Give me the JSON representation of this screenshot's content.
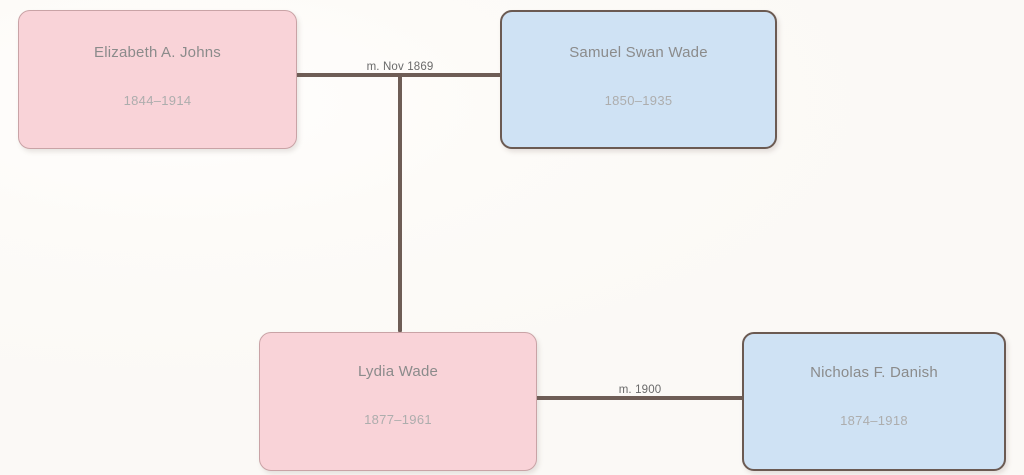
{
  "diagram": {
    "type": "family-tree",
    "background_color": "#fdfbf8",
    "line_color": "#6e5d56",
    "female_fill": "#f9d3d8",
    "female_border": "#c9a3a6",
    "male_fill": "#cfe2f4",
    "male_border": "#6b5a52",
    "name_color": "#8b8b8b",
    "dates_color": "#adadad"
  },
  "people": [
    {
      "id": "elizabeth-a-johns",
      "name": "Elizabeth A. Johns",
      "dates": "1844–1914",
      "birth_year": "1844",
      "death_year": "1914",
      "sex": "female",
      "generation": 1
    },
    {
      "id": "samuel-swan-wade",
      "name": "Samuel Swan Wade",
      "dates": "1850–1935",
      "birth_year": "1850",
      "death_year": "1935",
      "sex": "male",
      "generation": 1
    },
    {
      "id": "lydia-wade",
      "name": "Lydia Wade",
      "dates": "1877–1961",
      "birth_year": "1877",
      "death_year": "1961",
      "sex": "female",
      "generation": 2
    },
    {
      "id": "nicholas-f-danish",
      "name": "Nicholas F. Danish",
      "dates": "1874–1918",
      "birth_year": "1874",
      "death_year": "1918",
      "sex": "male",
      "generation": 2
    }
  ],
  "marriages": [
    {
      "id": "marriage-johns-wade",
      "label": "m. Nov 1869",
      "spouse_left": "Elizabeth A. Johns",
      "spouse_right": "Samuel Swan Wade",
      "children": [
        "Lydia Wade"
      ]
    },
    {
      "id": "marriage-wade-danish",
      "label": "m. 1900",
      "spouse_left": "Lydia Wade",
      "spouse_right": "Nicholas F. Danish",
      "children": []
    }
  ]
}
